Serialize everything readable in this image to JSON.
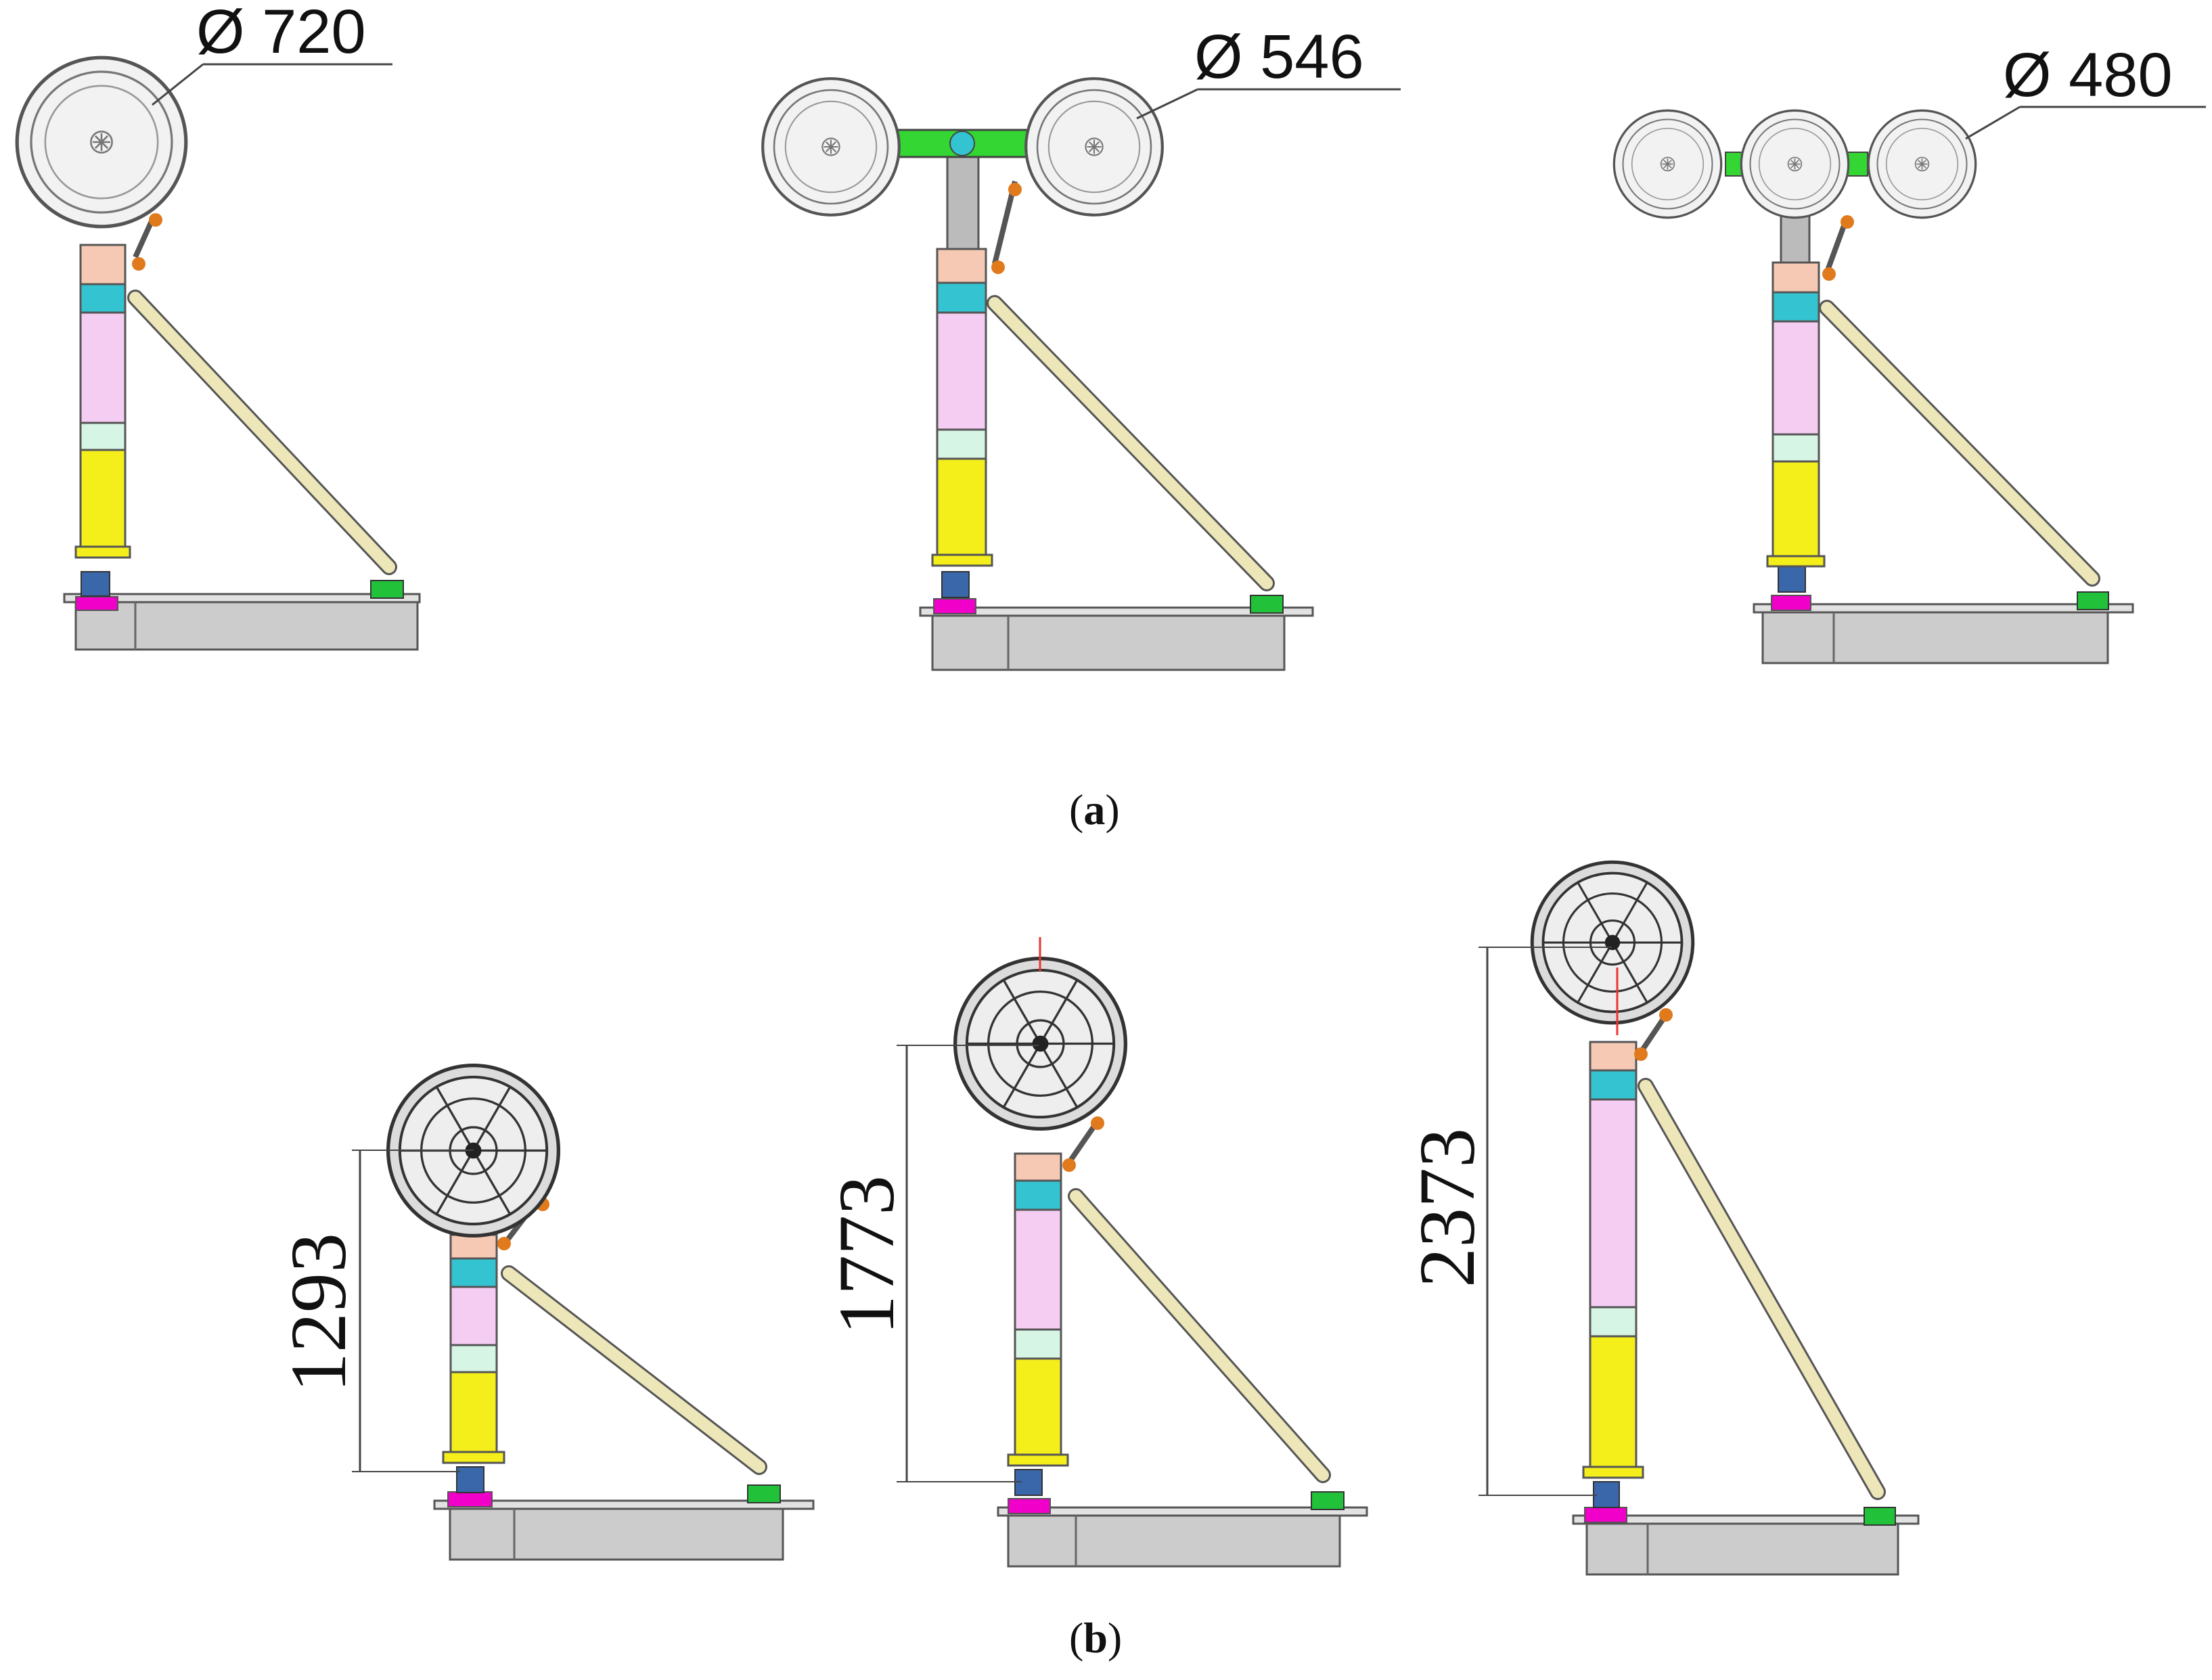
{
  "figure": {
    "panel_a": {
      "caption_letter": "a",
      "diameter_labels": [
        "Ø 720",
        "Ø 546",
        "Ø 480"
      ]
    },
    "panel_b": {
      "caption_letter": "b",
      "height_labels": [
        "1293",
        "1773",
        "2373"
      ]
    }
  },
  "colors": {
    "base": "#c8c8c8",
    "column_top": "#f6c9b4",
    "collar": "#34c3d0",
    "upper_tube": "#f5cdf2",
    "band": "#d6f5e4",
    "lower_tube": "#f4ef1a",
    "brace": "#ece6b8",
    "foot": "#f000c8",
    "joint": "#21c23a",
    "crossbar": "#33d633",
    "pin": "#e07a1c"
  }
}
